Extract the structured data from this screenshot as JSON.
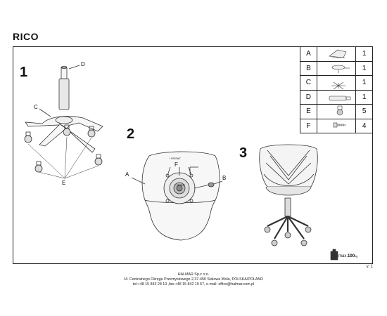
{
  "title": "RICO",
  "steps": [
    "1",
    "2",
    "3"
  ],
  "labels": {
    "step1": {
      "C": "C",
      "D": "D",
      "E": "E"
    },
    "step2": {
      "A": "A",
      "B": "B",
      "F": "F",
      "front": "↑ FRONT",
      "front_small": "↑ FRONT"
    }
  },
  "parts": [
    {
      "letter": "A",
      "icon": "seat-icon",
      "qty": "1"
    },
    {
      "letter": "B",
      "icon": "mechanism-icon",
      "qty": "1"
    },
    {
      "letter": "C",
      "icon": "base-icon",
      "qty": "1"
    },
    {
      "letter": "D",
      "icon": "gas-lift-icon",
      "qty": "1"
    },
    {
      "letter": "E",
      "icon": "caster-icon",
      "qty": "5"
    },
    {
      "letter": "F",
      "icon": "screw-icon",
      "qty": "4"
    }
  ],
  "max_load": {
    "prefix": "max.",
    "value": "100",
    "unit": "kg"
  },
  "version": "v. 1",
  "footer": {
    "company": "HALMAR Sp.z o.o.",
    "address": "Ul. Centralnego Okręgu Przemysłowego 2,37-450 Stalowa Wola, POLSKA/POLAND",
    "contact": "tel:+48 15 843 28 10 ,fax:+48 15 842 19 57, e-mail: office@halmar.com.pl"
  }
}
